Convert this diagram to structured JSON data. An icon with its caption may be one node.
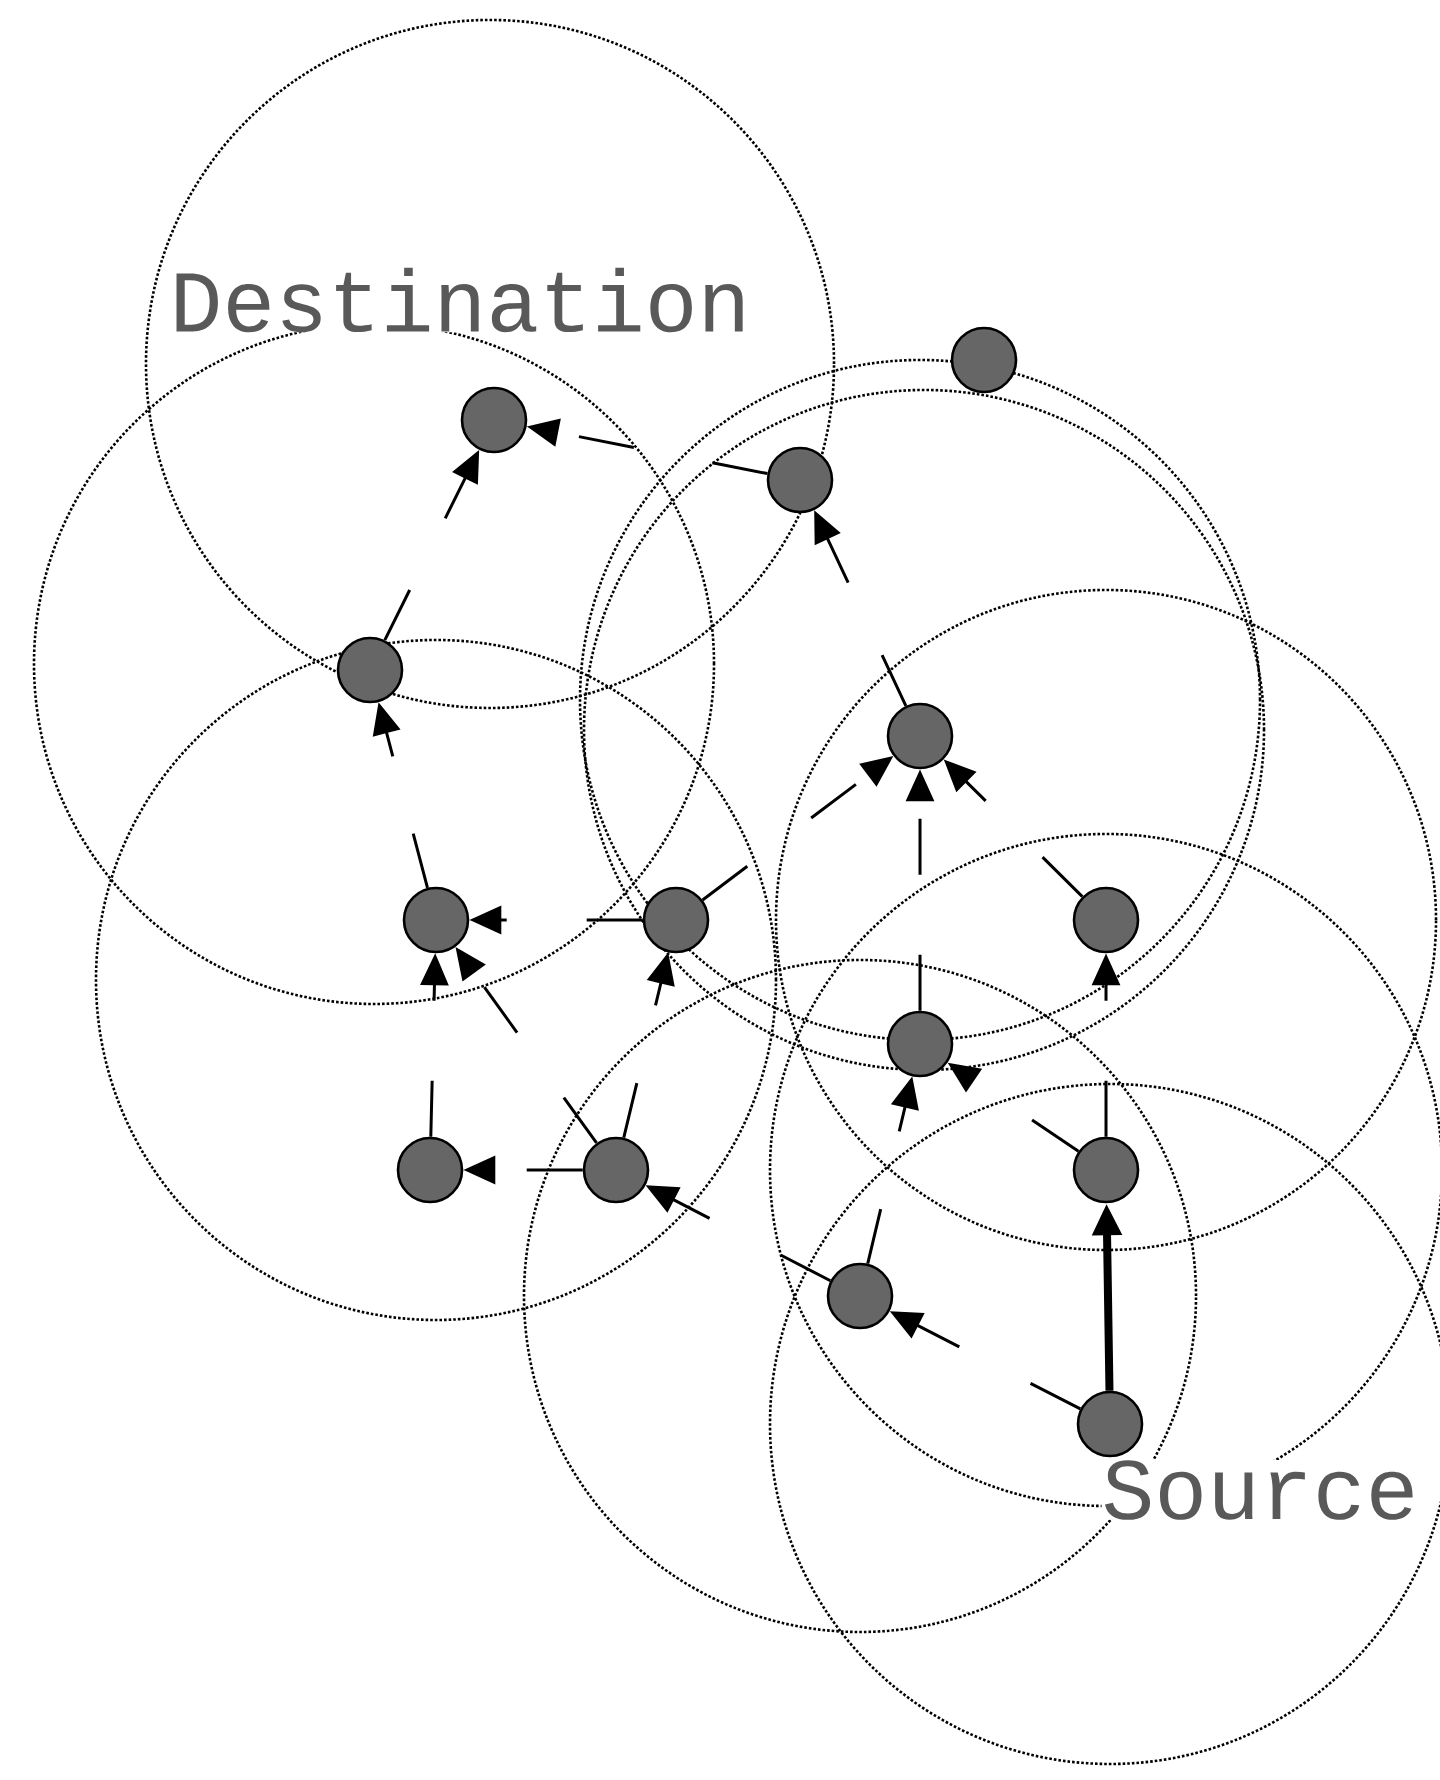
{
  "diagram": {
    "nodes": [
      {
        "text": [],
        "shape": "circle",
        "beside": [
          "Destination"
        ]
      },
      {
        "text": [],
        "shape": "circle"
      },
      {
        "text": [],
        "shape": "circle"
      },
      {
        "text": [],
        "shape": "circle"
      },
      {
        "text": [],
        "shape": "circle"
      },
      {
        "text": [],
        "shape": "circle"
      },
      {
        "text": [],
        "shape": "circle"
      },
      {
        "text": [],
        "shape": "circle"
      },
      {
        "text": [],
        "shape": "circle"
      },
      {
        "text": [],
        "shape": "circle"
      },
      {
        "text": [],
        "shape": "circle"
      },
      {
        "text": [],
        "shape": "circle"
      },
      {
        "text": [],
        "shape": "circle"
      },
      {
        "text": [],
        "shape": "circle",
        "beside": [
          "Source"
        ]
      }
    ],
    "edges": [
      {
        "from": 13,
        "to": 11,
        "arrow": "to",
        "style": "thick"
      },
      {
        "from": 13,
        "to": 12,
        "arrow": "to",
        "style": "dashed"
      },
      {
        "from": 12,
        "to": 10,
        "arrow": "to",
        "style": "dashed"
      },
      {
        "from": 12,
        "to": 8,
        "arrow": "to",
        "style": "dashed"
      },
      {
        "from": 11,
        "to": 7,
        "arrow": "to",
        "style": "dashed"
      },
      {
        "from": 11,
        "to": 8,
        "arrow": "to",
        "style": "dashed"
      },
      {
        "from": 8,
        "to": 4,
        "arrow": "to",
        "style": "dashed"
      },
      {
        "from": 7,
        "to": 4,
        "arrow": "to",
        "style": "dashed"
      },
      {
        "from": 6,
        "to": 4,
        "arrow": "to",
        "style": "dashed"
      },
      {
        "from": 10,
        "to": 6,
        "arrow": "to",
        "style": "dashed"
      },
      {
        "from": 10,
        "to": 9,
        "arrow": "to",
        "style": "dashed"
      },
      {
        "from": 10,
        "to": 5,
        "arrow": "to",
        "style": "dashed"
      },
      {
        "from": 9,
        "to": 5,
        "arrow": "to",
        "style": "dashed"
      },
      {
        "from": 6,
        "to": 5,
        "arrow": "to",
        "style": "dashed"
      },
      {
        "from": 5,
        "to": 3,
        "arrow": "to",
        "style": "dashed"
      },
      {
        "from": 4,
        "to": 1,
        "arrow": "to",
        "style": "dashed"
      },
      {
        "from": 3,
        "to": 0,
        "arrow": "to",
        "style": "dashed"
      },
      {
        "from": 1,
        "to": 0,
        "arrow": "to",
        "style": "dashed"
      }
    ]
  }
}
